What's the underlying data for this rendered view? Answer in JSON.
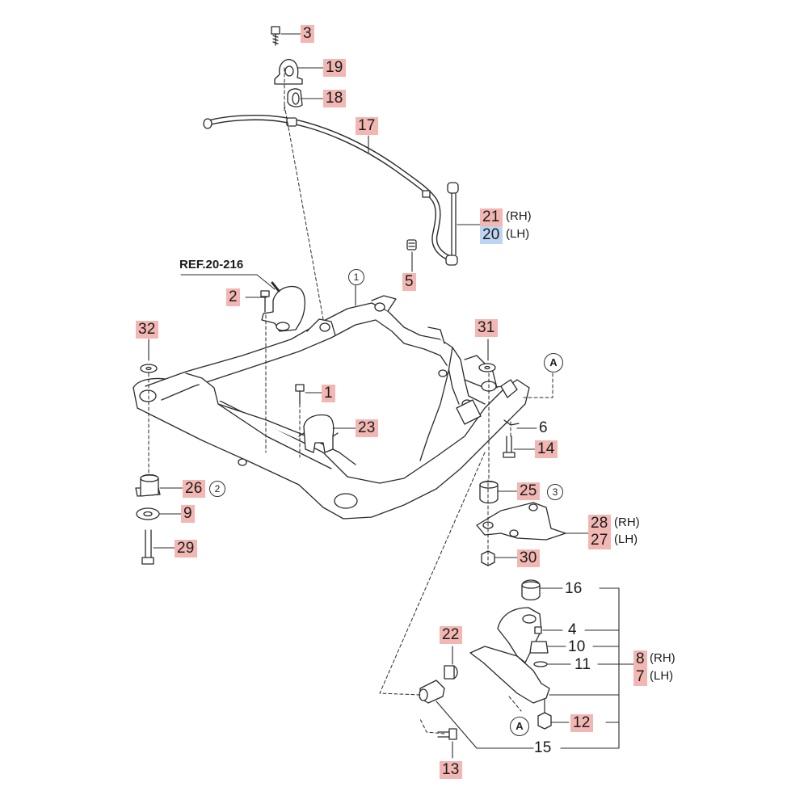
{
  "ref": "REF.20-216",
  "parts": [
    {
      "id": "p3",
      "text": "3"
    },
    {
      "id": "p19",
      "text": "19"
    },
    {
      "id": "p18",
      "text": "18"
    },
    {
      "id": "p17",
      "text": "17"
    },
    {
      "id": "p21",
      "text": "21",
      "suffix": "(RH)"
    },
    {
      "id": "p20",
      "text": "20",
      "suffix": "(LH)"
    },
    {
      "id": "p5",
      "text": "5"
    },
    {
      "id": "p2",
      "text": "2"
    },
    {
      "id": "p32",
      "text": "32"
    },
    {
      "id": "p31",
      "text": "31"
    },
    {
      "id": "p1",
      "text": "1"
    },
    {
      "id": "p23",
      "text": "23"
    },
    {
      "id": "p6",
      "text": "6"
    },
    {
      "id": "p14",
      "text": "14"
    },
    {
      "id": "p26",
      "text": "26"
    },
    {
      "id": "p9",
      "text": "9"
    },
    {
      "id": "p29",
      "text": "29"
    },
    {
      "id": "p25",
      "text": "25"
    },
    {
      "id": "p28",
      "text": "28",
      "suffix": "(RH)"
    },
    {
      "id": "p27",
      "text": "27",
      "suffix": "(LH)"
    },
    {
      "id": "p30",
      "text": "30"
    },
    {
      "id": "p16",
      "text": "16"
    },
    {
      "id": "p4",
      "text": "4"
    },
    {
      "id": "p10",
      "text": "10"
    },
    {
      "id": "p11",
      "text": "11"
    },
    {
      "id": "p8",
      "text": "8",
      "suffix": "(RH)"
    },
    {
      "id": "p7",
      "text": "7",
      "suffix": "(LH)"
    },
    {
      "id": "p22",
      "text": "22"
    },
    {
      "id": "p12",
      "text": "12"
    },
    {
      "id": "p15",
      "text": "15"
    },
    {
      "id": "p13",
      "text": "13"
    }
  ],
  "circled": [
    {
      "id": "c1",
      "text": "1"
    },
    {
      "id": "c2",
      "text": "2"
    },
    {
      "id": "c3",
      "text": "3"
    }
  ],
  "connectors": [
    {
      "id": "a1",
      "text": "A"
    },
    {
      "id": "a2",
      "text": "A"
    }
  ],
  "colors": {
    "highlight": "#f2b7b3",
    "highlight_selected": "#bcd6f2",
    "line": "#2a2a2a"
  }
}
